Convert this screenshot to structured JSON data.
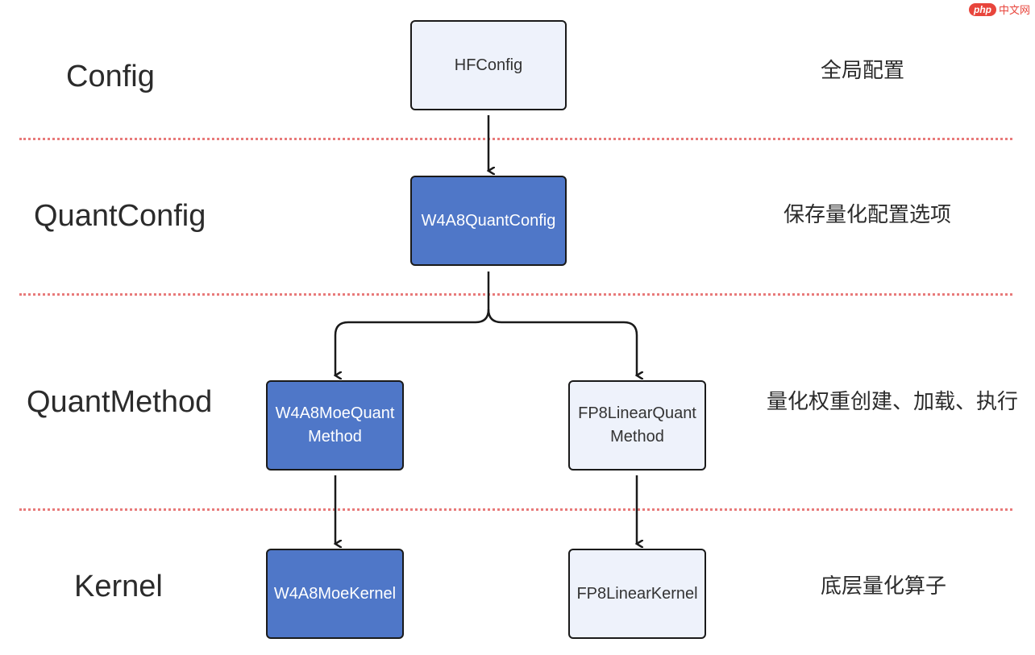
{
  "watermark": {
    "logo": "php",
    "site": "中文网"
  },
  "layers": [
    {
      "label": "Config",
      "desc": "全局配置"
    },
    {
      "label": "QuantConfig",
      "desc": "保存量化配置选项"
    },
    {
      "label": "QuantMethod",
      "desc": "量化权重创建、加载、执行"
    },
    {
      "label": "Kernel",
      "desc": "底层量化算子"
    }
  ],
  "boxes": {
    "hfconfig": [
      "HFConfig"
    ],
    "w4a8_quant_config": [
      "W4A8QuantConfig"
    ],
    "w4a8_moe_quant_method": [
      "W4A8MoeQuant",
      "Method"
    ],
    "fp8_linear_quant_method": [
      "FP8LinearQuant",
      "Method"
    ],
    "w4a8_moe_kernel": [
      "W4A8MoeKernel"
    ],
    "fp8_linear_kernel": [
      "FP8LinearKernel"
    ]
  },
  "colors": {
    "light_box": "#eef2fb",
    "dark_box": "#4f77c8",
    "divider": "#e87a7a",
    "line": "#1a1a1a"
  }
}
